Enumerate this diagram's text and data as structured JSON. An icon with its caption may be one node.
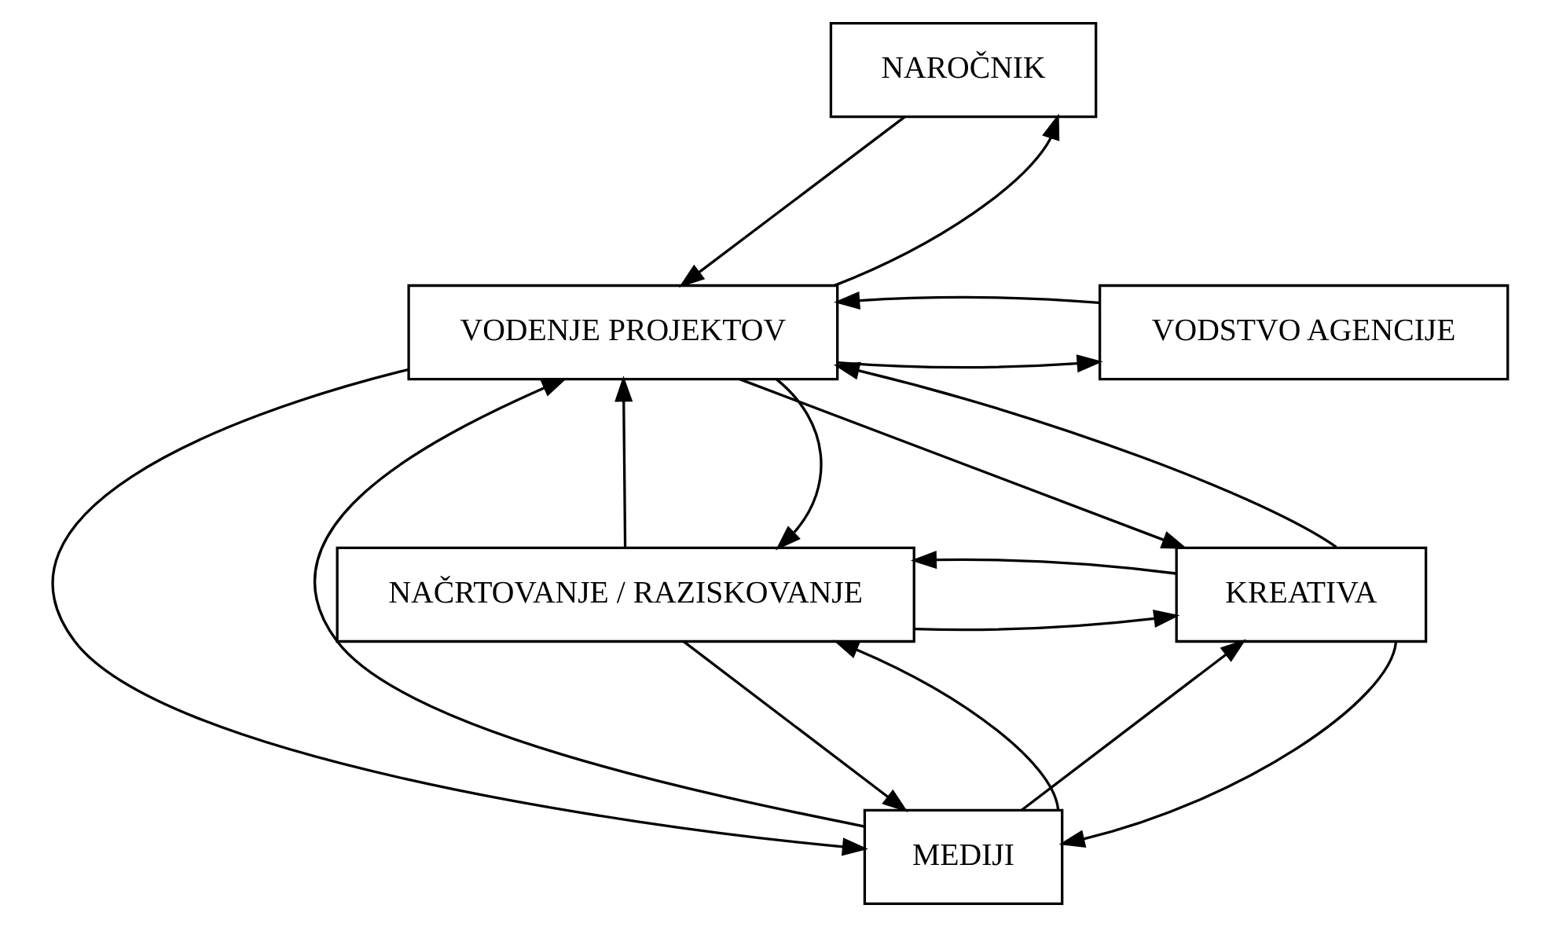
{
  "diagram": {
    "nodes": [
      {
        "text": [
          "NAROČNIK"
        ]
      },
      {
        "text": [
          "VODENJE PROJEKTOV"
        ]
      },
      {
        "text": [
          "VODSTVO AGENCIJE"
        ]
      },
      {
        "text": [
          "NAČRTOVANJE / RAZISKOVANJE"
        ]
      },
      {
        "text": [
          "KREATIVA"
        ]
      },
      {
        "text": [
          "MEDIJI"
        ]
      }
    ],
    "edges": [
      {
        "from": 0,
        "to": 1,
        "arrow": "to"
      },
      {
        "from": 1,
        "to": 0,
        "arrow": "to"
      },
      {
        "from": 1,
        "to": 2,
        "arrow": "to"
      },
      {
        "from": 2,
        "to": 1,
        "arrow": "to"
      },
      {
        "from": 3,
        "to": 1,
        "arrow": "to"
      },
      {
        "from": 1,
        "to": 3,
        "arrow": "to"
      },
      {
        "from": 1,
        "to": 4,
        "arrow": "to"
      },
      {
        "from": 4,
        "to": 1,
        "arrow": "to"
      },
      {
        "from": 3,
        "to": 4,
        "arrow": "to"
      },
      {
        "from": 4,
        "to": 3,
        "arrow": "to"
      },
      {
        "from": 1,
        "to": 5,
        "arrow": "to"
      },
      {
        "from": 5,
        "to": 1,
        "arrow": "to"
      },
      {
        "from": 3,
        "to": 5,
        "arrow": "to"
      },
      {
        "from": 5,
        "to": 3,
        "arrow": "to"
      },
      {
        "from": 5,
        "to": 4,
        "arrow": "to"
      },
      {
        "from": 4,
        "to": 5,
        "arrow": "to"
      }
    ]
  }
}
